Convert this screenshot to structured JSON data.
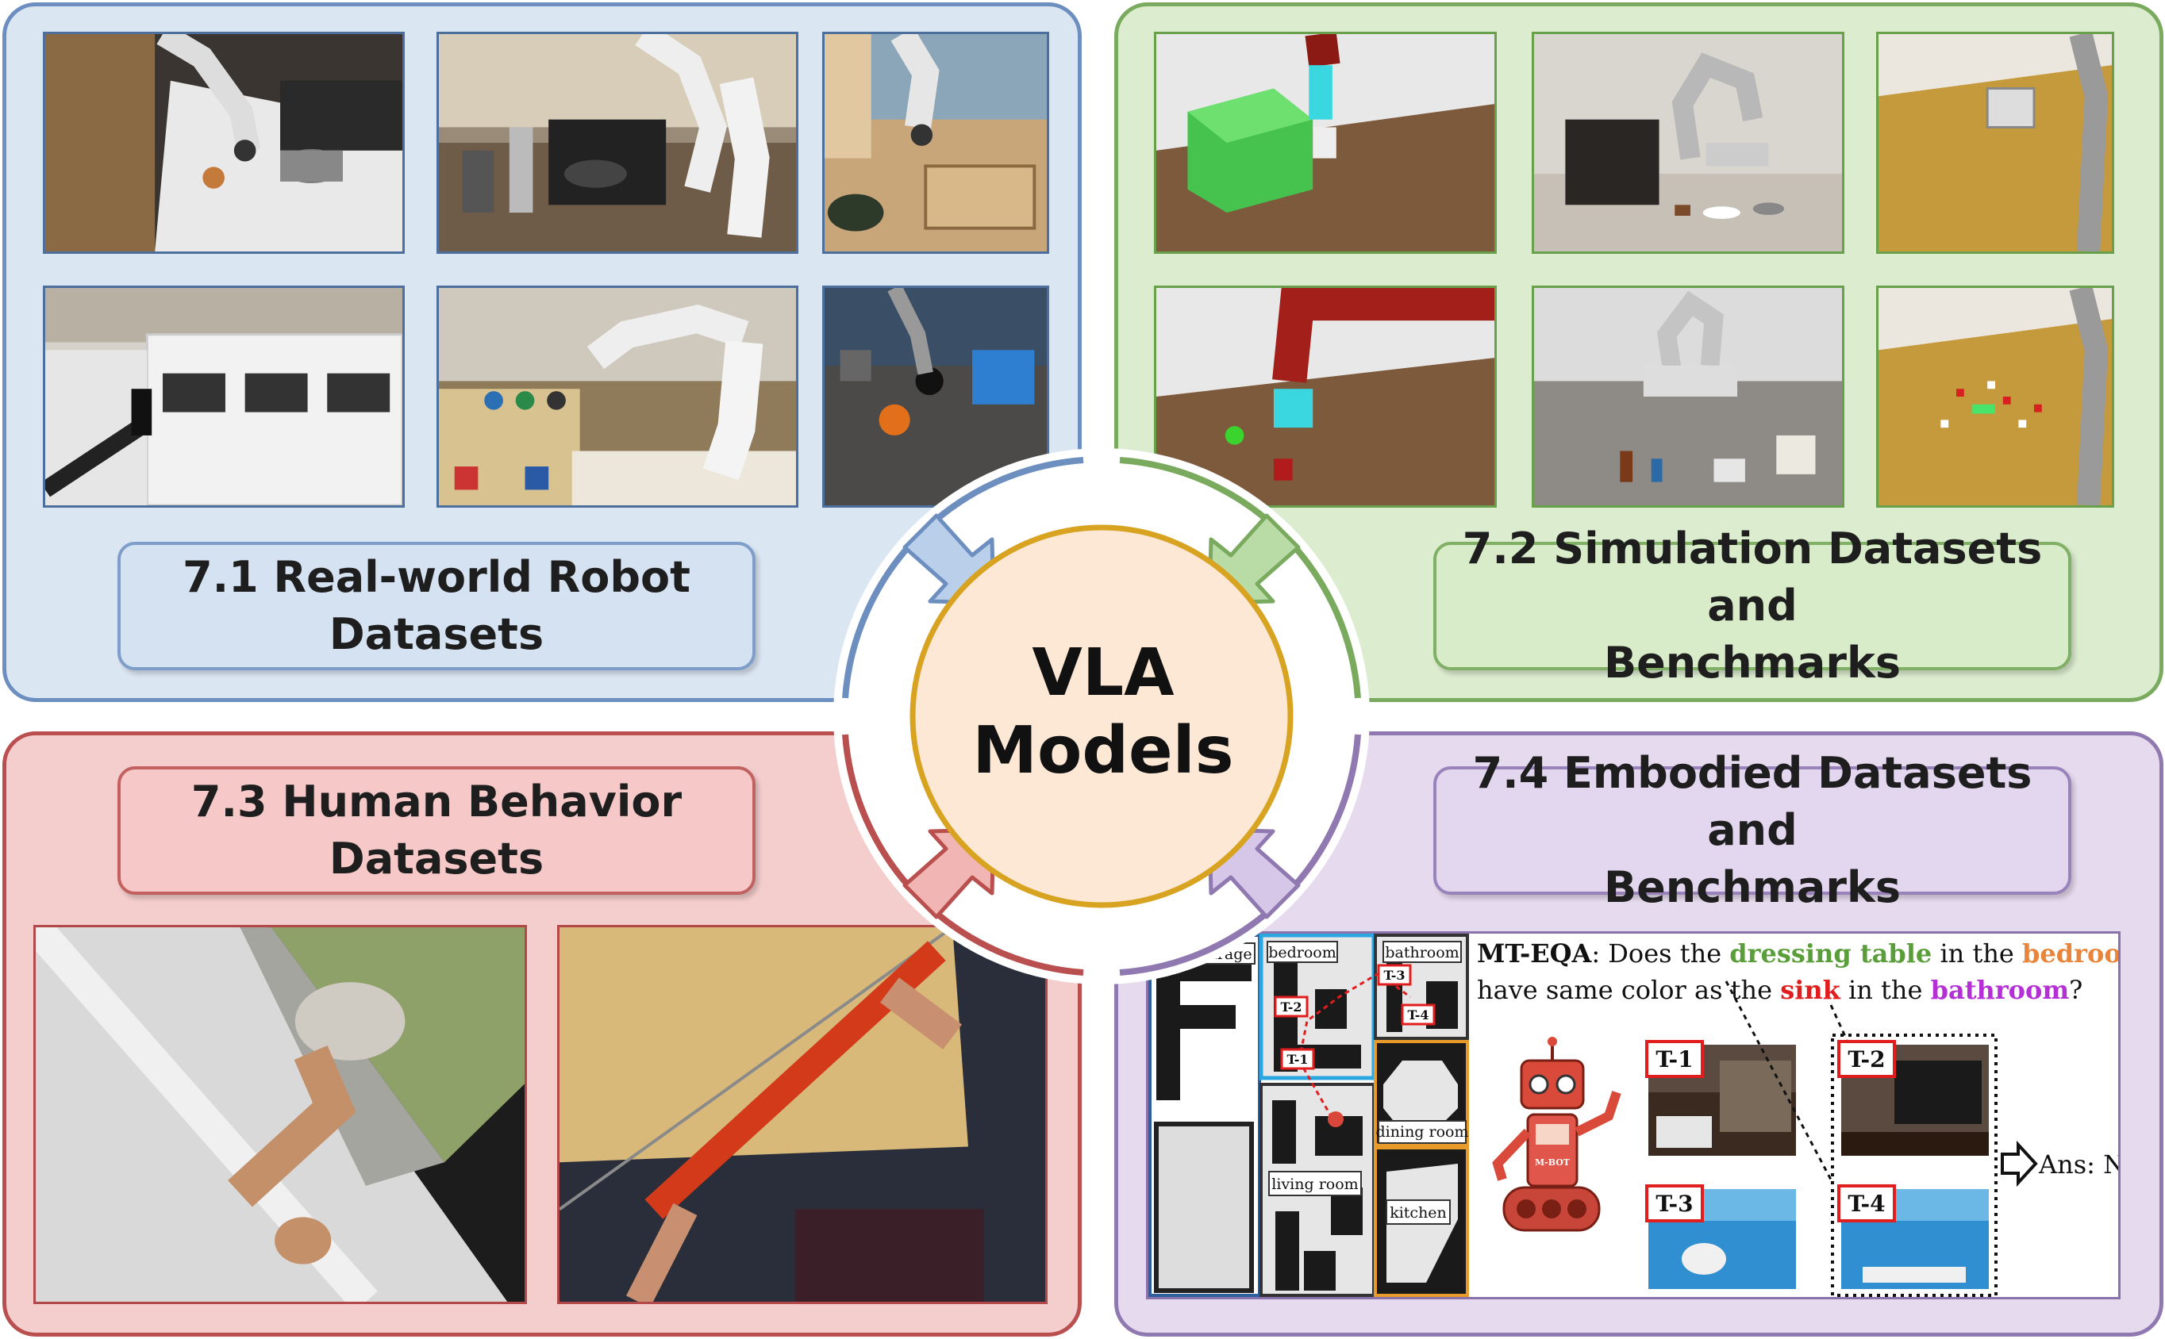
{
  "center": {
    "line1": "VLA",
    "line2": "Models"
  },
  "sections": {
    "real_world": {
      "line1": "7.1 Real-world Robot",
      "line2": "Datasets"
    },
    "simulation": {
      "line1": "7.2 Simulation Datasets and",
      "line2": "Benchmarks"
    },
    "human": {
      "line1": "7.3 Human Behavior",
      "line2": "Datasets"
    },
    "embodied": {
      "line1": "7.4 Embodied Datasets and",
      "line2": "Benchmarks"
    }
  },
  "mteqa": {
    "tag": "MT-EQA",
    "q_colon": ": Does the ",
    "obj1": "dressing table",
    "q_in_the": " in the ",
    "room1": "bedroom",
    "q_line2a": "have same color as the ",
    "obj2": "sink",
    "q_line2b": " in the ",
    "room2": "bathroom",
    "q_end": "?",
    "rooms": {
      "garage": "garage",
      "bedroom": "bedroom",
      "bathroom": "bathroom",
      "living_room": "living room",
      "dining_room": "dining room",
      "kitchen": "kitchen"
    },
    "targets": {
      "t1": "T-1",
      "t2": "T-2",
      "t3": "T-3",
      "t4": "T-4"
    },
    "robot_badge": "M-BOT",
    "answer": "Ans: No"
  },
  "colors": {
    "blue": "#6d8fc0",
    "green": "#79aa5d",
    "red": "#b9504f",
    "purple": "#9078b0",
    "center_fill": "#fde8d6",
    "center_ring": "#d8a320",
    "obj1_color": "#5a9e3a",
    "room1_color": "#e8853a",
    "obj2_color": "#e21d1d",
    "room2_color": "#b52fd6"
  }
}
